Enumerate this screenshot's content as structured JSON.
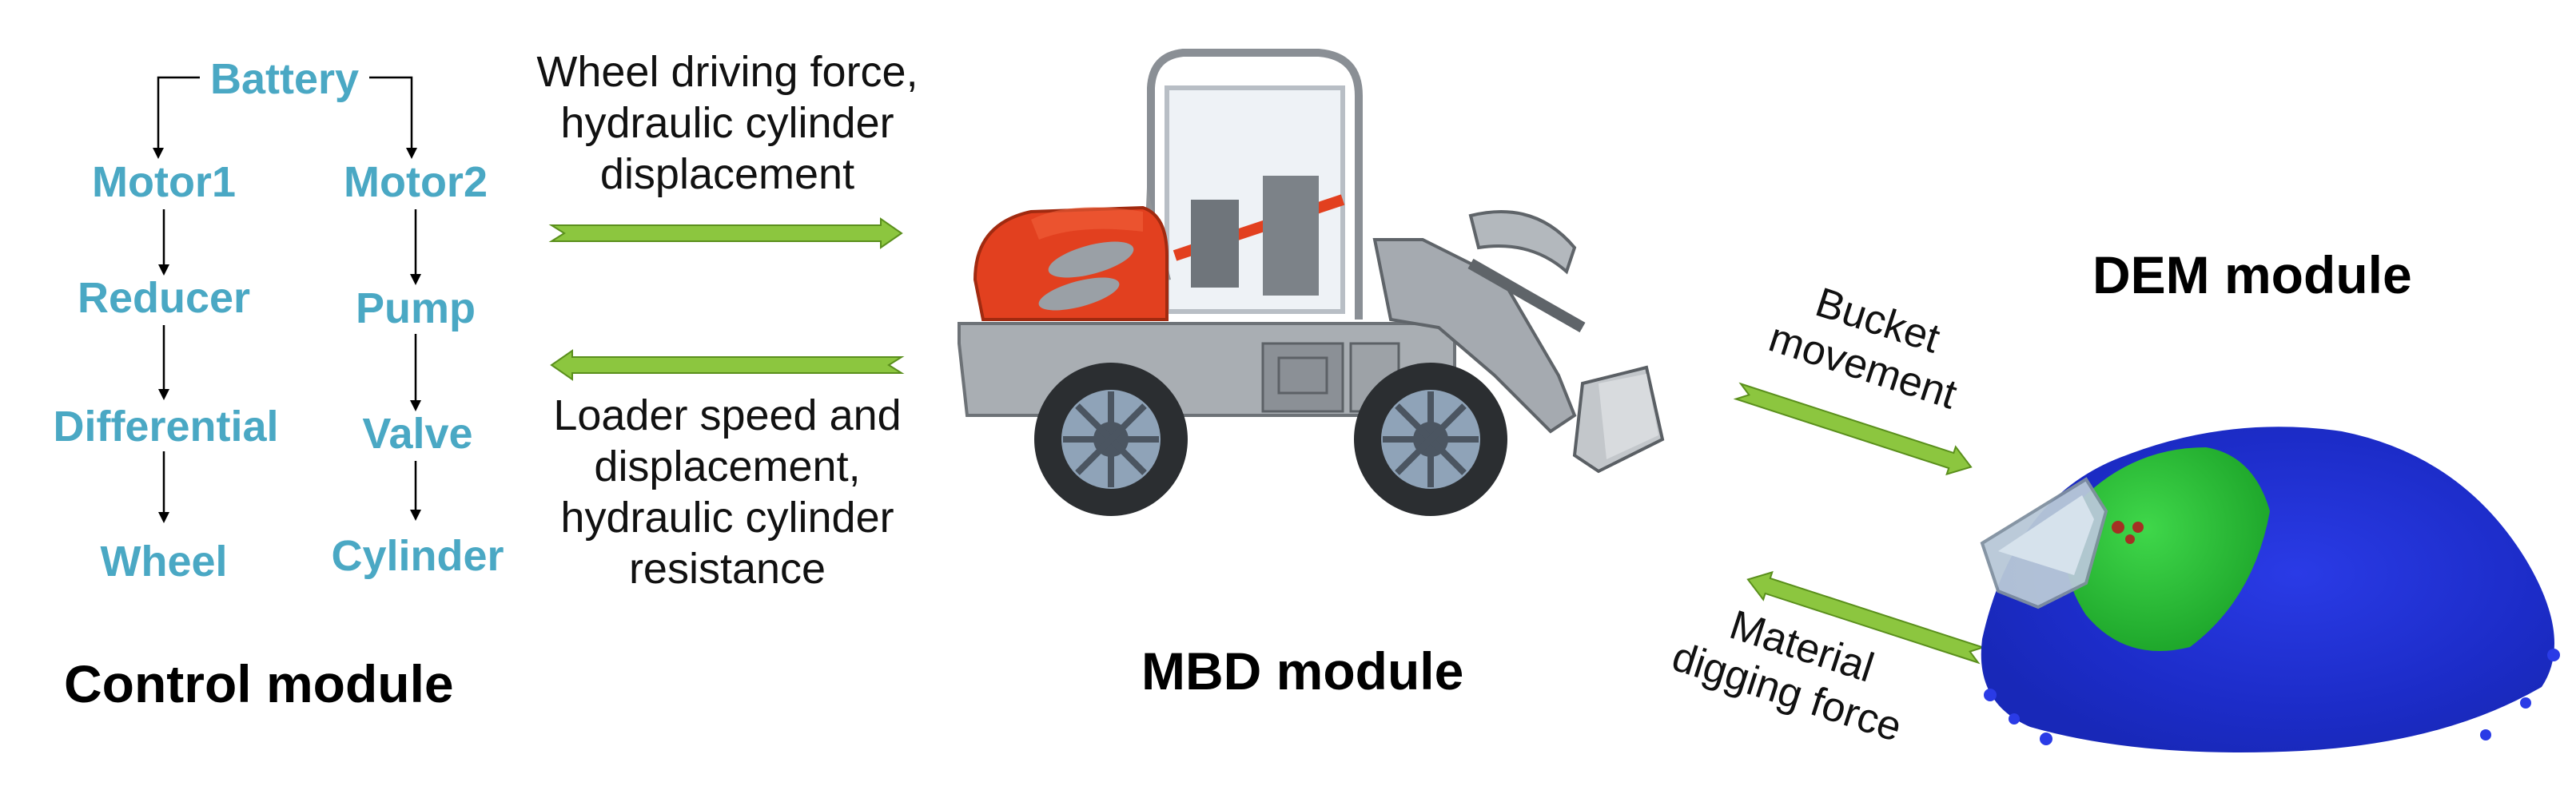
{
  "control": {
    "title": "Control module",
    "battery": "Battery",
    "motor1": "Motor1",
    "motor2": "Motor2",
    "reducer": "Reducer",
    "pump": "Pump",
    "differential": "Differential",
    "valve": "Valve",
    "wheel": "Wheel",
    "cylinder": "Cylinder"
  },
  "mbd": {
    "title": "MBD module"
  },
  "dem": {
    "title": "DEM module"
  },
  "links": {
    "ctrl_to_mbd": [
      "Wheel driving force,",
      "hydraulic cylinder",
      "displacement"
    ],
    "mbd_to_ctrl": [
      "Loader speed and",
      "displacement,",
      "hydraulic cylinder",
      "resistance"
    ],
    "mbd_to_dem": [
      "Bucket",
      "movement"
    ],
    "dem_to_mbd": [
      "Material",
      "digging force"
    ]
  },
  "colors": {
    "component_text": "#4aa8c4",
    "arrow_green": "#8cc63f",
    "loader_red": "#e2401f",
    "particles_blue": "#1f2fd0",
    "particles_green": "#27c22b"
  }
}
